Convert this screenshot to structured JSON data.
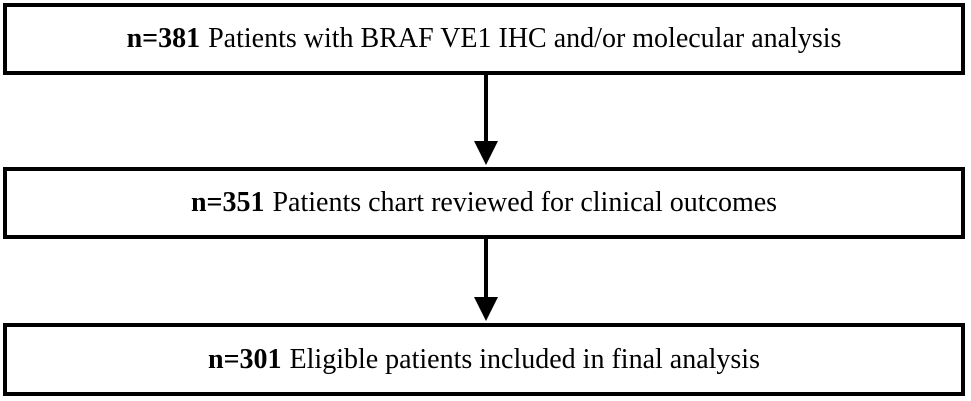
{
  "flowchart": {
    "steps": [
      {
        "count": "n=381",
        "label": "Patients with BRAF VE1 IHC and/or molecular analysis"
      },
      {
        "count": "n=351",
        "label": "Patients chart reviewed for clinical outcomes"
      },
      {
        "count": "n=301",
        "label": "Eligible patients included in final analysis"
      }
    ],
    "colors": {
      "stroke": "#000000",
      "background": "#ffffff"
    }
  }
}
